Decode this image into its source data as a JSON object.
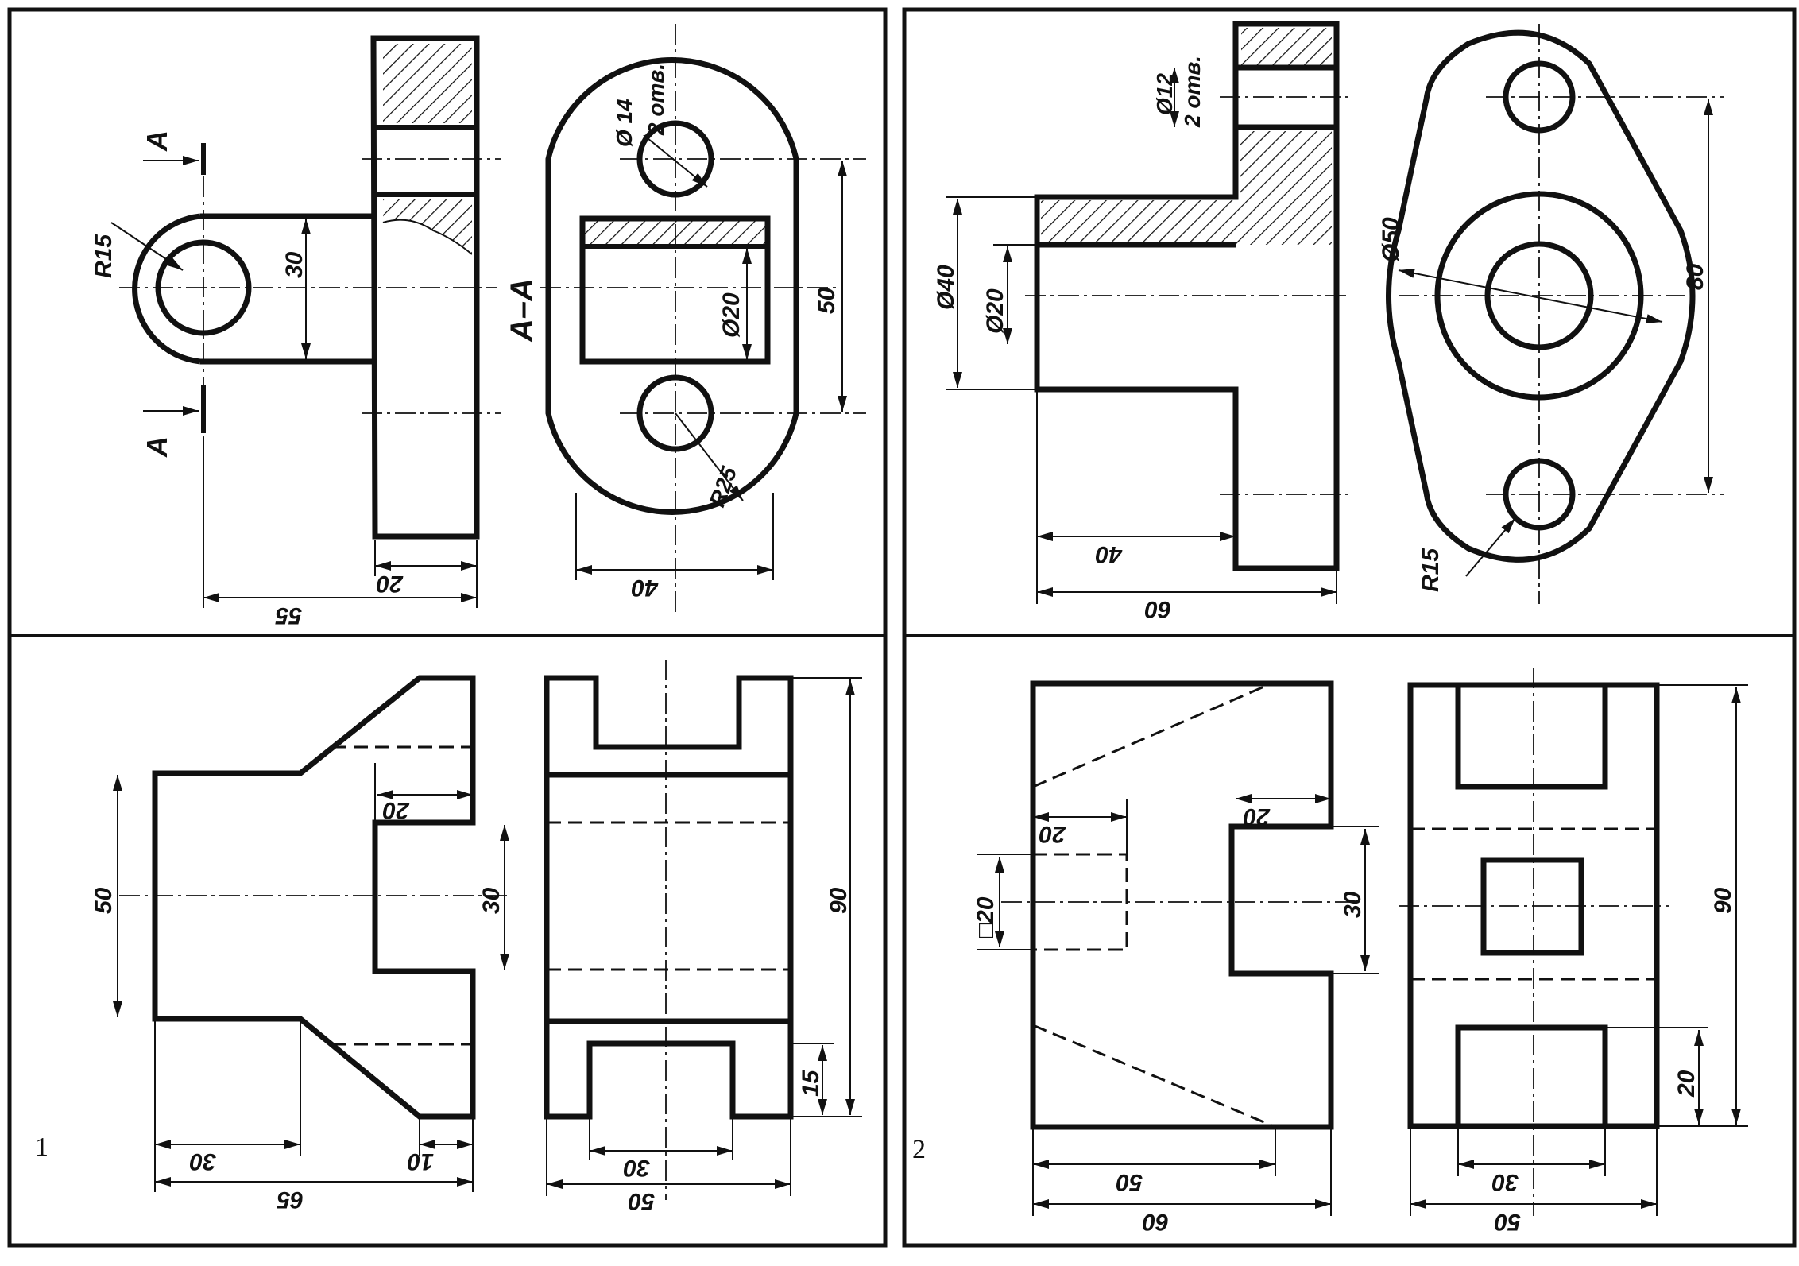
{
  "panels": [
    {
      "number": "1",
      "top": {
        "section_marks": [
          "A",
          "A"
        ],
        "section_title": "A–A",
        "dims": [
          "R15",
          "30",
          "20",
          "55",
          "Ø 14",
          "2 отв.",
          "Ø20",
          "50",
          "R25",
          "40"
        ]
      },
      "bottom": {
        "dims": [
          "50",
          "20",
          "30",
          "30",
          "10",
          "65",
          "90",
          "15",
          "30",
          "50"
        ]
      }
    },
    {
      "number": "2",
      "top": {
        "dims": [
          "Ø12",
          "2 отв.",
          "Ø40",
          "Ø20",
          "40",
          "60",
          "Ø50",
          "80",
          "R15"
        ]
      },
      "bottom": {
        "dims": [
          "20",
          "20",
          "□20",
          "30",
          "50",
          "60",
          "90",
          "20",
          "30",
          "50"
        ]
      }
    }
  ],
  "colors": {
    "ink": "#111111",
    "hatch": "#111111",
    "paper": "#ffffff"
  }
}
